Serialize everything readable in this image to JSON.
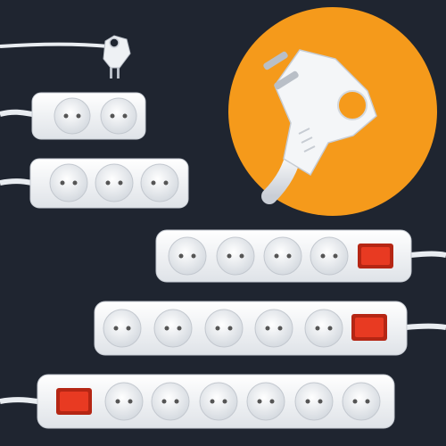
{
  "scene": {
    "background_color": "#1f2530",
    "accent_color": "#f59a1b",
    "body_color": "#f4f6f8",
    "switch_color": "#e83a22"
  },
  "products": [
    {
      "name": "plug-closeup",
      "outlets": 0,
      "has_switch": false
    },
    {
      "name": "power-strip-2-outlets",
      "outlets": 2,
      "has_switch": false
    },
    {
      "name": "power-strip-3-outlets",
      "outlets": 3,
      "has_switch": false
    },
    {
      "name": "power-strip-4-outlets-switch",
      "outlets": 4,
      "has_switch": true
    },
    {
      "name": "power-strip-5-outlets-switch",
      "outlets": 5,
      "has_switch": true
    },
    {
      "name": "power-strip-6-outlets-switch",
      "outlets": 6,
      "has_switch": true
    }
  ]
}
